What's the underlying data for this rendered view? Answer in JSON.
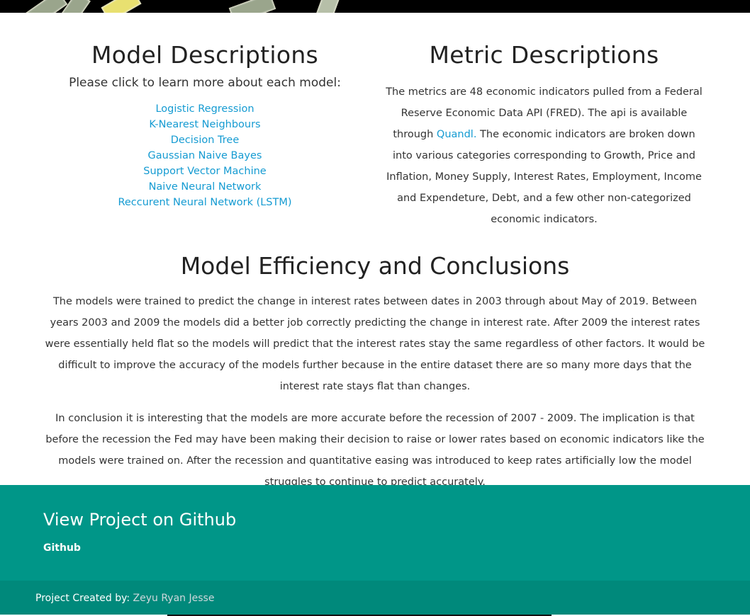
{
  "models": {
    "title": "Model Descriptions",
    "subtitle": "Please click to learn more about each model:",
    "links": [
      "Logistic Regression",
      "K-Nearest Neighbours",
      "Decision Tree",
      "Gaussian Naive Bayes",
      "Support Vector Machine",
      "Naive Neural Network",
      "Reccurent Neural Network (LSTM)"
    ]
  },
  "metrics": {
    "title": "Metric Descriptions",
    "text_before": "The metrics are 48 economic indicators pulled from a Federal Reserve Economic Data API (FRED). The api is available through ",
    "link": "Quandl.",
    "text_after": " The economic indicators are broken down into various categories corresponding to Growth, Price and Inflation, Money Supply, Interest Rates, Employment, Income and Expendeture, Debt, and a few other non-categorized economic indicators."
  },
  "conclusions": {
    "title": "Model Efficiency and Conclusions",
    "paragraphs": [
      "The models were trained to predict the change in interest rates between dates in 2003 through about May of 2019. Between years 2003 and 2009 the models did a better job correctly predicting the change in interest rate. After 2009 the interest rates were essentially held flat so the models will predict that the interest rates stay the same regardless of other factors. It would be difficult to improve the accuracy of the models further because in the entire dataset there are so many more days that the interest rate stays flat than changes.",
      "In conclusion it is interesting that the models are more accurate before the recession of 2007 - 2009. The implication is that before the recession the Fed may have been making their decision to raise or lower rates based on economic indicators like the models were trained on. After the recession and quantitative easing was introduced to keep rates artificially low the model struggles to continue to predict accurately."
    ]
  },
  "footer": {
    "title": "View Project on Github",
    "link": "Github"
  },
  "credits": {
    "label": "Project Created by:",
    "names": "Zeyu Ryan Jesse"
  }
}
